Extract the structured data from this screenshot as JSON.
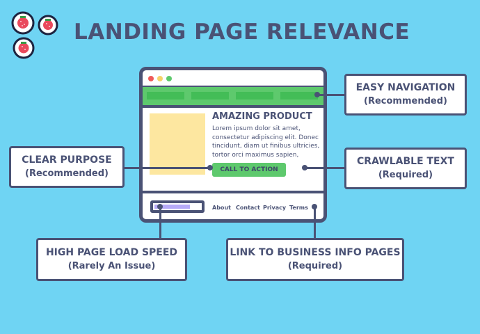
{
  "title": "LANDING PAGE RELEVANCE",
  "logo": {
    "icon": "three-strawberries-molecule-logo",
    "accent": "#e94a5c"
  },
  "colors": {
    "background": "#6fd4f3",
    "dark": "#4a5275",
    "green": "#5ec96d",
    "yellow": "#fde7a0",
    "purple": "#b6aaf7"
  },
  "browser": {
    "product_title": "AMAZING PRODUCT",
    "product_text": "Lorem ipsum dolor sit amet, consectetur adipiscing elit. Donec tincidunt, diam ut finibus ultricies, tortor orci maximus sapien,",
    "cta_label": "CALL TO ACTION",
    "load_progress": 0.77,
    "footer_links": [
      "About",
      "Contact",
      "Privacy",
      "Terms"
    ]
  },
  "labels": {
    "easy_navigation": {
      "title": "EASY NAVIGATION",
      "sub": "(Recommended)"
    },
    "clear_purpose": {
      "title": "CLEAR PURPOSE",
      "sub": "(Recommended)"
    },
    "crawlable_text": {
      "title": "CRAWLABLE TEXT",
      "sub": "(Required)"
    },
    "load_speed": {
      "title": "HIGH PAGE LOAD SPEED",
      "sub": "(Rarely An Issue)"
    },
    "business_links": {
      "title": "LINK TO BUSINESS INFO PAGES",
      "sub": "(Required)"
    }
  }
}
